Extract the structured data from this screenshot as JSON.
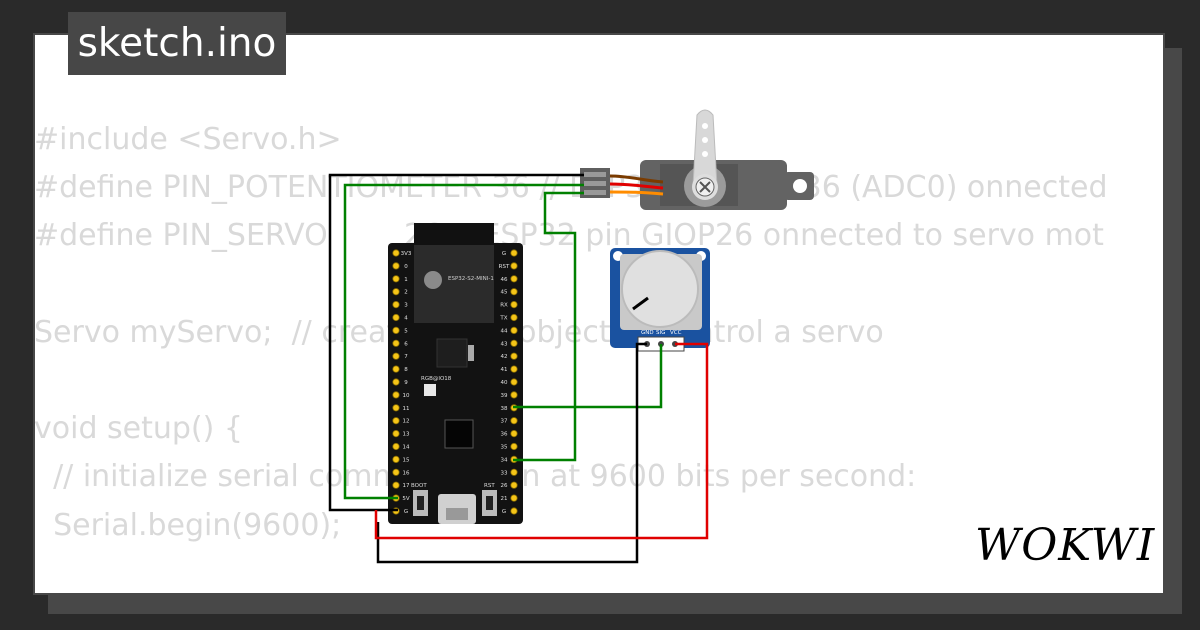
{
  "title": "sketch.ino",
  "code_lines": [
    "#include <Servo.h>",
    "#define PIN_POTENTIOMETER 36 // ESP32 pin GIOP36 (ADC0) onnected",
    "#define PIN_SERVO        26 // ESP32 pin GIOP26 onnected to servo mot",
    "",
    "Servo myServo;  // create servo object to control a servo",
    "",
    "void setup() {",
    "  // initialize serial communication at 9600 bits per second:",
    "  Serial.begin(9600);"
  ],
  "brand": "WOKWI",
  "board": {
    "module_label": "ESP32-S2-MINI-1",
    "rgb_label": "RGB@IO18",
    "boot_label": "BOOT",
    "rst_label": "RST",
    "left_pins": [
      "3V3",
      "0",
      "1",
      "2",
      "3",
      "4",
      "5",
      "6",
      "7",
      "8",
      "9",
      "10",
      "11",
      "12",
      "13",
      "14",
      "15",
      "16",
      "17",
      "5V",
      "G"
    ],
    "right_pins": [
      "G",
      "RST",
      "46",
      "45",
      "RX",
      "TX",
      "44",
      "43",
      "42",
      "41",
      "40",
      "39",
      "38",
      "37",
      "36",
      "35",
      "34",
      "33",
      "26",
      "21",
      "G"
    ]
  },
  "potentiometer": {
    "pin_labels": [
      "GND",
      "SIG",
      "VCC"
    ]
  },
  "wire_colors": {
    "black": "#000000",
    "green": "#008000",
    "red": "#e00000",
    "orange": "#ff8c00",
    "brown": "#7a3b00"
  }
}
